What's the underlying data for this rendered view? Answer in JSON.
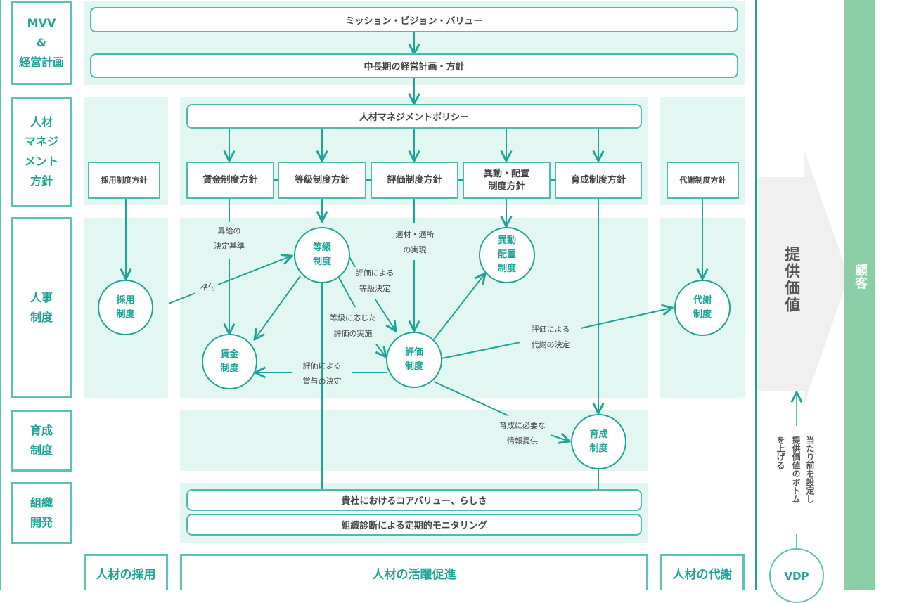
{
  "rows": {
    "mvv": "MVV\n&\n経営計画",
    "management": "人材\nマネジ\nメント\n方針",
    "hr_system": "人事\n制度",
    "development": "育成\n制度",
    "organization": "組織\n開発"
  },
  "top": {
    "mission": "ミッション・ビジョン・バリュー",
    "midterm": "中長期の経営計画・方針",
    "policy": "人材マネジメントポリシー"
  },
  "policies": {
    "recruit": "採用制度方針",
    "wage": "賃金制度方針",
    "grade": "等級制度方針",
    "evaluation": "評価制度方針",
    "transfer": "異動・配置\n制度方針",
    "training": "育成制度方針",
    "metabolism": "代謝制度方針"
  },
  "systems": {
    "recruit": "採用\n制度",
    "grade": "等級\n制度",
    "wage": "賃金\n制度",
    "evaluation": "評価\n制度",
    "transfer": "異動\n配置\n制度",
    "metabolism": "代謝\n制度",
    "training": "育成\n制度"
  },
  "notes": {
    "raise_criteria": "昇給の\n決定基準",
    "rating": "格付",
    "right_person": "適材・適所\nの実現",
    "grade_by_eval": "評価による\n等級決定",
    "eval_by_grade": "等級に応じた\n評価の実施",
    "bonus_by_eval": "評価による\n賞与の決定",
    "metabolism_by_eval": "評価による\n代謝の決定",
    "training_info": "育成に必要な\n情報提供"
  },
  "org": {
    "core_value": "貴社におけるコアバリュー、らしさ",
    "monitoring": "組織診断による定期的モニタリング"
  },
  "footer": {
    "recruit": "人材の採用",
    "activation": "人材の活躍促進",
    "metabolism": "人材の代謝"
  },
  "right": {
    "value_provided": "提供価値",
    "customer": "顧客",
    "vdp_note_1": "当たり前を設定し",
    "vdp_note_2": "提供価値のボトム",
    "vdp_note_3": "を上げる",
    "vdp": "VDP"
  },
  "colors": {
    "teal": "#1fa398",
    "light_bg": "#e2f7f2",
    "customer_green": "#8ccfa6",
    "arrow_gray": "#f0f0f0"
  }
}
